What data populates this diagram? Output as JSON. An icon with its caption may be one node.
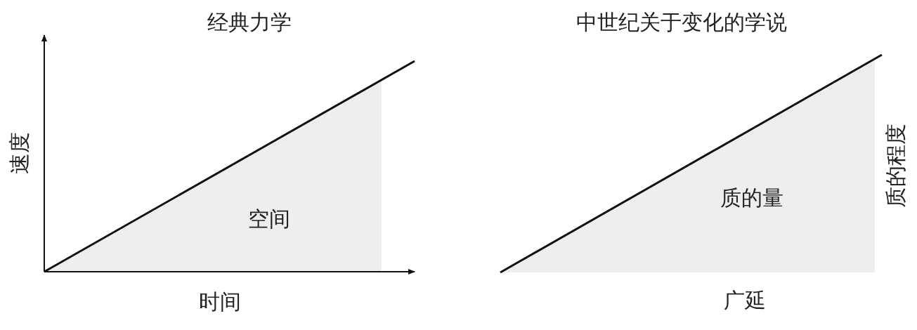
{
  "diagram": {
    "nodes": [
      {
        "text": [
          "空间"
        ]
      },
      {
        "text": [
          "质的量"
        ]
      }
    ],
    "labels": [
      "经典力学",
      "速度",
      "时间",
      "中世纪关于变化的学说",
      "质的程度",
      "广延"
    ]
  }
}
